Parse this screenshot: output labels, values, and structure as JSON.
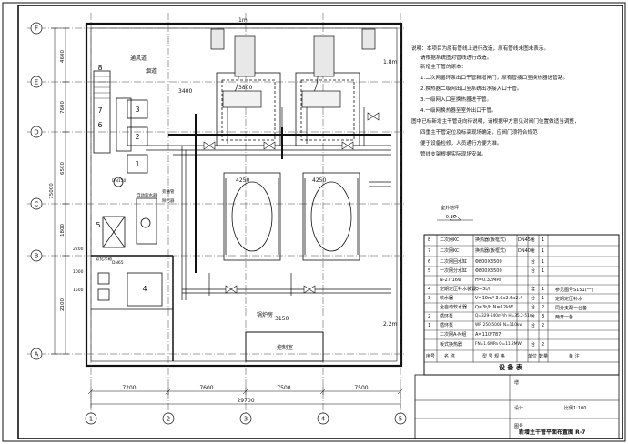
{
  "axes": {
    "rows": [
      "F",
      "E",
      "D",
      "C",
      "B",
      "A"
    ],
    "cols": [
      "1",
      "2",
      "3",
      "4",
      "5"
    ],
    "col_spans": [
      "7200",
      "7600",
      "7500",
      "7500"
    ],
    "total_width": "29700",
    "row_spans": [
      "4600",
      "7600",
      "6500",
      "1800",
      "2100",
      "2200"
    ],
    "row_total": "75000"
  },
  "dims": {
    "top_1m": "1m",
    "right_18m": "1.8m",
    "right_22m": "2.2m",
    "top_3400": "3400",
    "top_3800": "3800",
    "d4250a": "4250",
    "d4250b": "4250",
    "d3150": "3150"
  },
  "room_labels": {
    "boiler_room": "锅炉房",
    "control_room": "控制室",
    "duct_label": "通风道",
    "flue": "烟道"
  },
  "equip_numbers": [
    "1",
    "2",
    "3",
    "4",
    "5",
    "6",
    "7",
    "8"
  ],
  "side_notes": [
    "软化水箱",
    "自动软水器",
    "旁通管",
    "除污器",
    "DN150",
    "DN65",
    "2200",
    "1000",
    "1500"
  ],
  "notes": {
    "heading": "说明：",
    "lines": [
      "说明：本项目为原有管线上进行改造，原有管线未图未表示。",
      "请根据系统图对管线进行改造。",
      "新增主干管的原本：",
      "1.二次网循环泵出口干管新增闸门，原有管接口至换热器进管路。",
      "2.换热器二级网出口至系统出水接入口干管。",
      "3.一级网入口至换热器进干管。",
      "4.一级网换热器至室外出口干管。",
      "图中已标新增主干管走向待说明，请根据甲方意见对阀门位置做适当调整，",
      "四重主干管定位及标高现场确定，应阀门须符合规范",
      "便于设备检修，人员通行方便为准。",
      "管线支架根据实际现场安装。"
    ]
  },
  "table": {
    "title": "设 备 表",
    "header": [
      "序号",
      "名 称",
      "型 号 规 格",
      "单位",
      "数量",
      "备 注"
    ],
    "rows": [
      [
        "8",
        "二次网KC",
        "换热器(板框式)",
        "DN450",
        "台",
        "1"
      ],
      [
        "7",
        "二次网KC",
        "换热器(板框式)",
        "DN400",
        "台",
        "1"
      ],
      [
        "6",
        "二次网回水缸",
        "Φ800X3500",
        "",
        "台",
        "1"
      ],
      [
        "5",
        "一次网分水缸",
        "Φ800X3500",
        "",
        "台",
        "1"
      ],
      [
        "",
        "N-27/16w",
        "H=0.32MPa",
        "",
        "",
        ""
      ],
      [
        "4",
        "定期定压补水装置",
        "Q=3t/h",
        "",
        "套",
        "1"
      ],
      [
        "3",
        "软水器",
        "V=10m³  3.6x2.6x2.4",
        "",
        "台",
        "1"
      ],
      [
        "",
        "全自动软水器",
        "Q=3t/h  N=12kW",
        "",
        "台",
        "2"
      ],
      [
        "2",
        "循环泵",
        "Q=329-540m³/h H=35.2-51m",
        "",
        "台",
        "3"
      ],
      [
        "1",
        "循环泵",
        "WR 250-500B N=110kw",
        "",
        "台",
        "2"
      ],
      [
        "",
        "二次网A-M组",
        "A=110/787",
        "",
        "",
        ""
      ],
      [
        "",
        "板式换热器",
        "FN=1.6MPa Q=11.2MW",
        "",
        "台",
        "2"
      ]
    ],
    "side": [
      "参见图号S151(一)",
      "定期定压补水",
      "同分支配一台备",
      "两开一备"
    ],
    "top_note": "室外地坪",
    "top_note2": "-0.30",
    "title_block": [
      "增",
      "设计",
      "图号"
    ]
  },
  "drawing_title": "新增主干管平面布置图 R-7",
  "scale_note": "比例1:100"
}
